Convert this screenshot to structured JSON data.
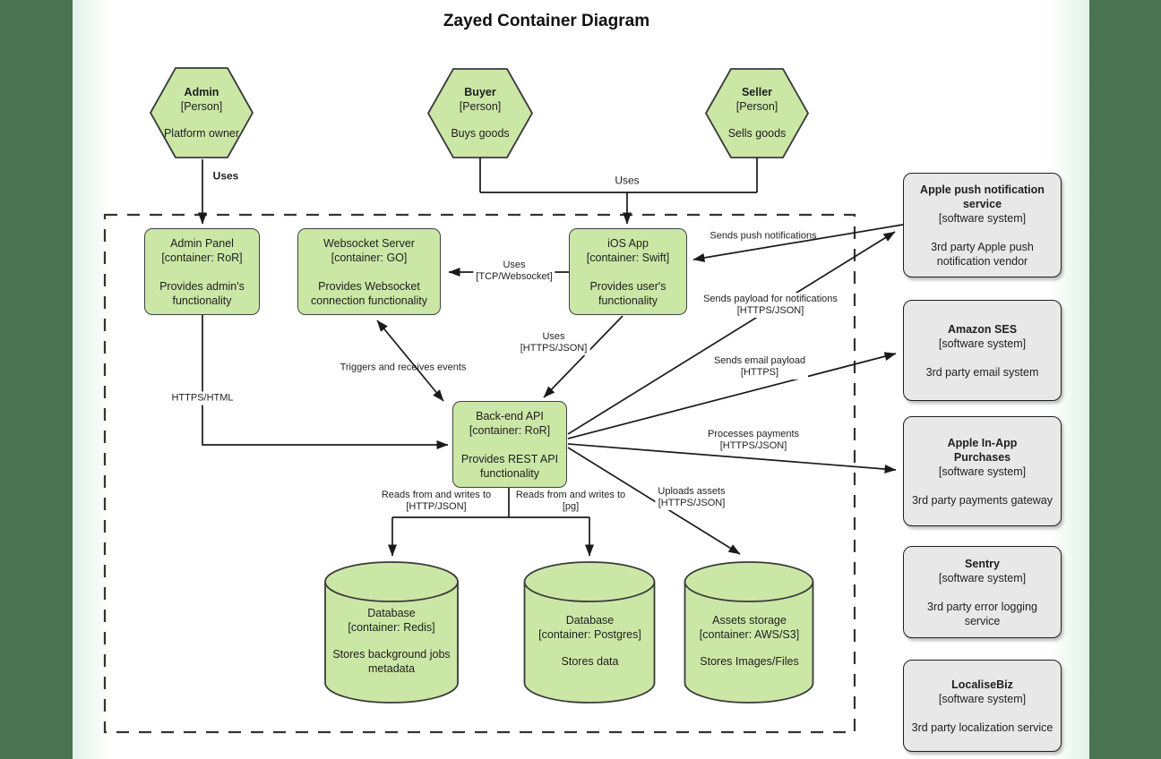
{
  "title": "Zayed Container Diagram",
  "colors": {
    "node_green_fill": "#cbe7a6",
    "external_gray_fill": "#e8e8e8",
    "side_band_green": "#4a7352",
    "edge_stroke": "#1a1a1a",
    "boundary_dash": "#333333"
  },
  "persons": [
    {
      "name": "Admin",
      "type": "[Person]",
      "desc": "Platform owner"
    },
    {
      "name": "Buyer",
      "type": "[Person]",
      "desc": "Buys goods"
    },
    {
      "name": "Seller",
      "type": "[Person]",
      "desc": "Sells goods"
    }
  ],
  "containers": [
    {
      "name": "Admin Panel",
      "type": "[container: RoR]",
      "desc": "Provides admin's functionality"
    },
    {
      "name": "Websocket Server",
      "type": "[container: GO]",
      "desc": "Provides Websocket connection functionality"
    },
    {
      "name": "iOS App",
      "type": "[container: Swift]",
      "desc": "Provides user's functionality"
    },
    {
      "name": "Back-end API",
      "type": "[container: RoR]",
      "desc": "Provides REST API functionality"
    }
  ],
  "datastores": [
    {
      "name": "Database",
      "type": "[container: Redis]",
      "desc": "Stores background jobs metadata"
    },
    {
      "name": "Database",
      "type": "[container: Postgres]",
      "desc": "Stores data"
    },
    {
      "name": "Assets storage",
      "type": "[container: AWS/S3]",
      "desc": "Stores Images/Files"
    }
  ],
  "external_systems": [
    {
      "name": "Apple push notification service",
      "type": "[software system]",
      "desc": "3rd party Apple push notification vendor"
    },
    {
      "name": "Amazon SES",
      "type": "[software system]",
      "desc": "3rd party email system"
    },
    {
      "name": "Apple In-App Purchases",
      "type": "[software system]",
      "desc": "3rd party payments gateway"
    },
    {
      "name": "Sentry",
      "type": "[software system]",
      "desc": "3rd party error logging service"
    },
    {
      "name": "LocaliseBiz",
      "type": "[software system]",
      "desc": "3rd party localization service"
    }
  ],
  "edge_labels": {
    "admin_uses": "Uses",
    "users_uses": "Uses",
    "ios_ws": {
      "l1": "Uses",
      "l2": "[TCP/Websocket]"
    },
    "ios_api": {
      "l1": "Uses",
      "l2": "[HTTPS/JSON]"
    },
    "ws_api": "Triggers and receives events",
    "admin_api": "HTTPS/HTML",
    "push": "Sends push notifications",
    "payload": {
      "l1": "Sends payload for notifications",
      "l2": "[HTTPS/JSON]"
    },
    "email": {
      "l1": "Sends email payload",
      "l2": "[HTTPS]"
    },
    "payments": {
      "l1": "Processes payments",
      "l2": "[HTTPS/JSON]"
    },
    "uploads": {
      "l1": "Uploads assets",
      "l2": "[HTTPS/JSON]"
    },
    "reads_redis": {
      "l1": "Reads from and writes to",
      "l2": "[HTTP/JSON]"
    },
    "reads_pg": {
      "l1": "Reads from and writes to",
      "l2": "[pg]"
    }
  }
}
